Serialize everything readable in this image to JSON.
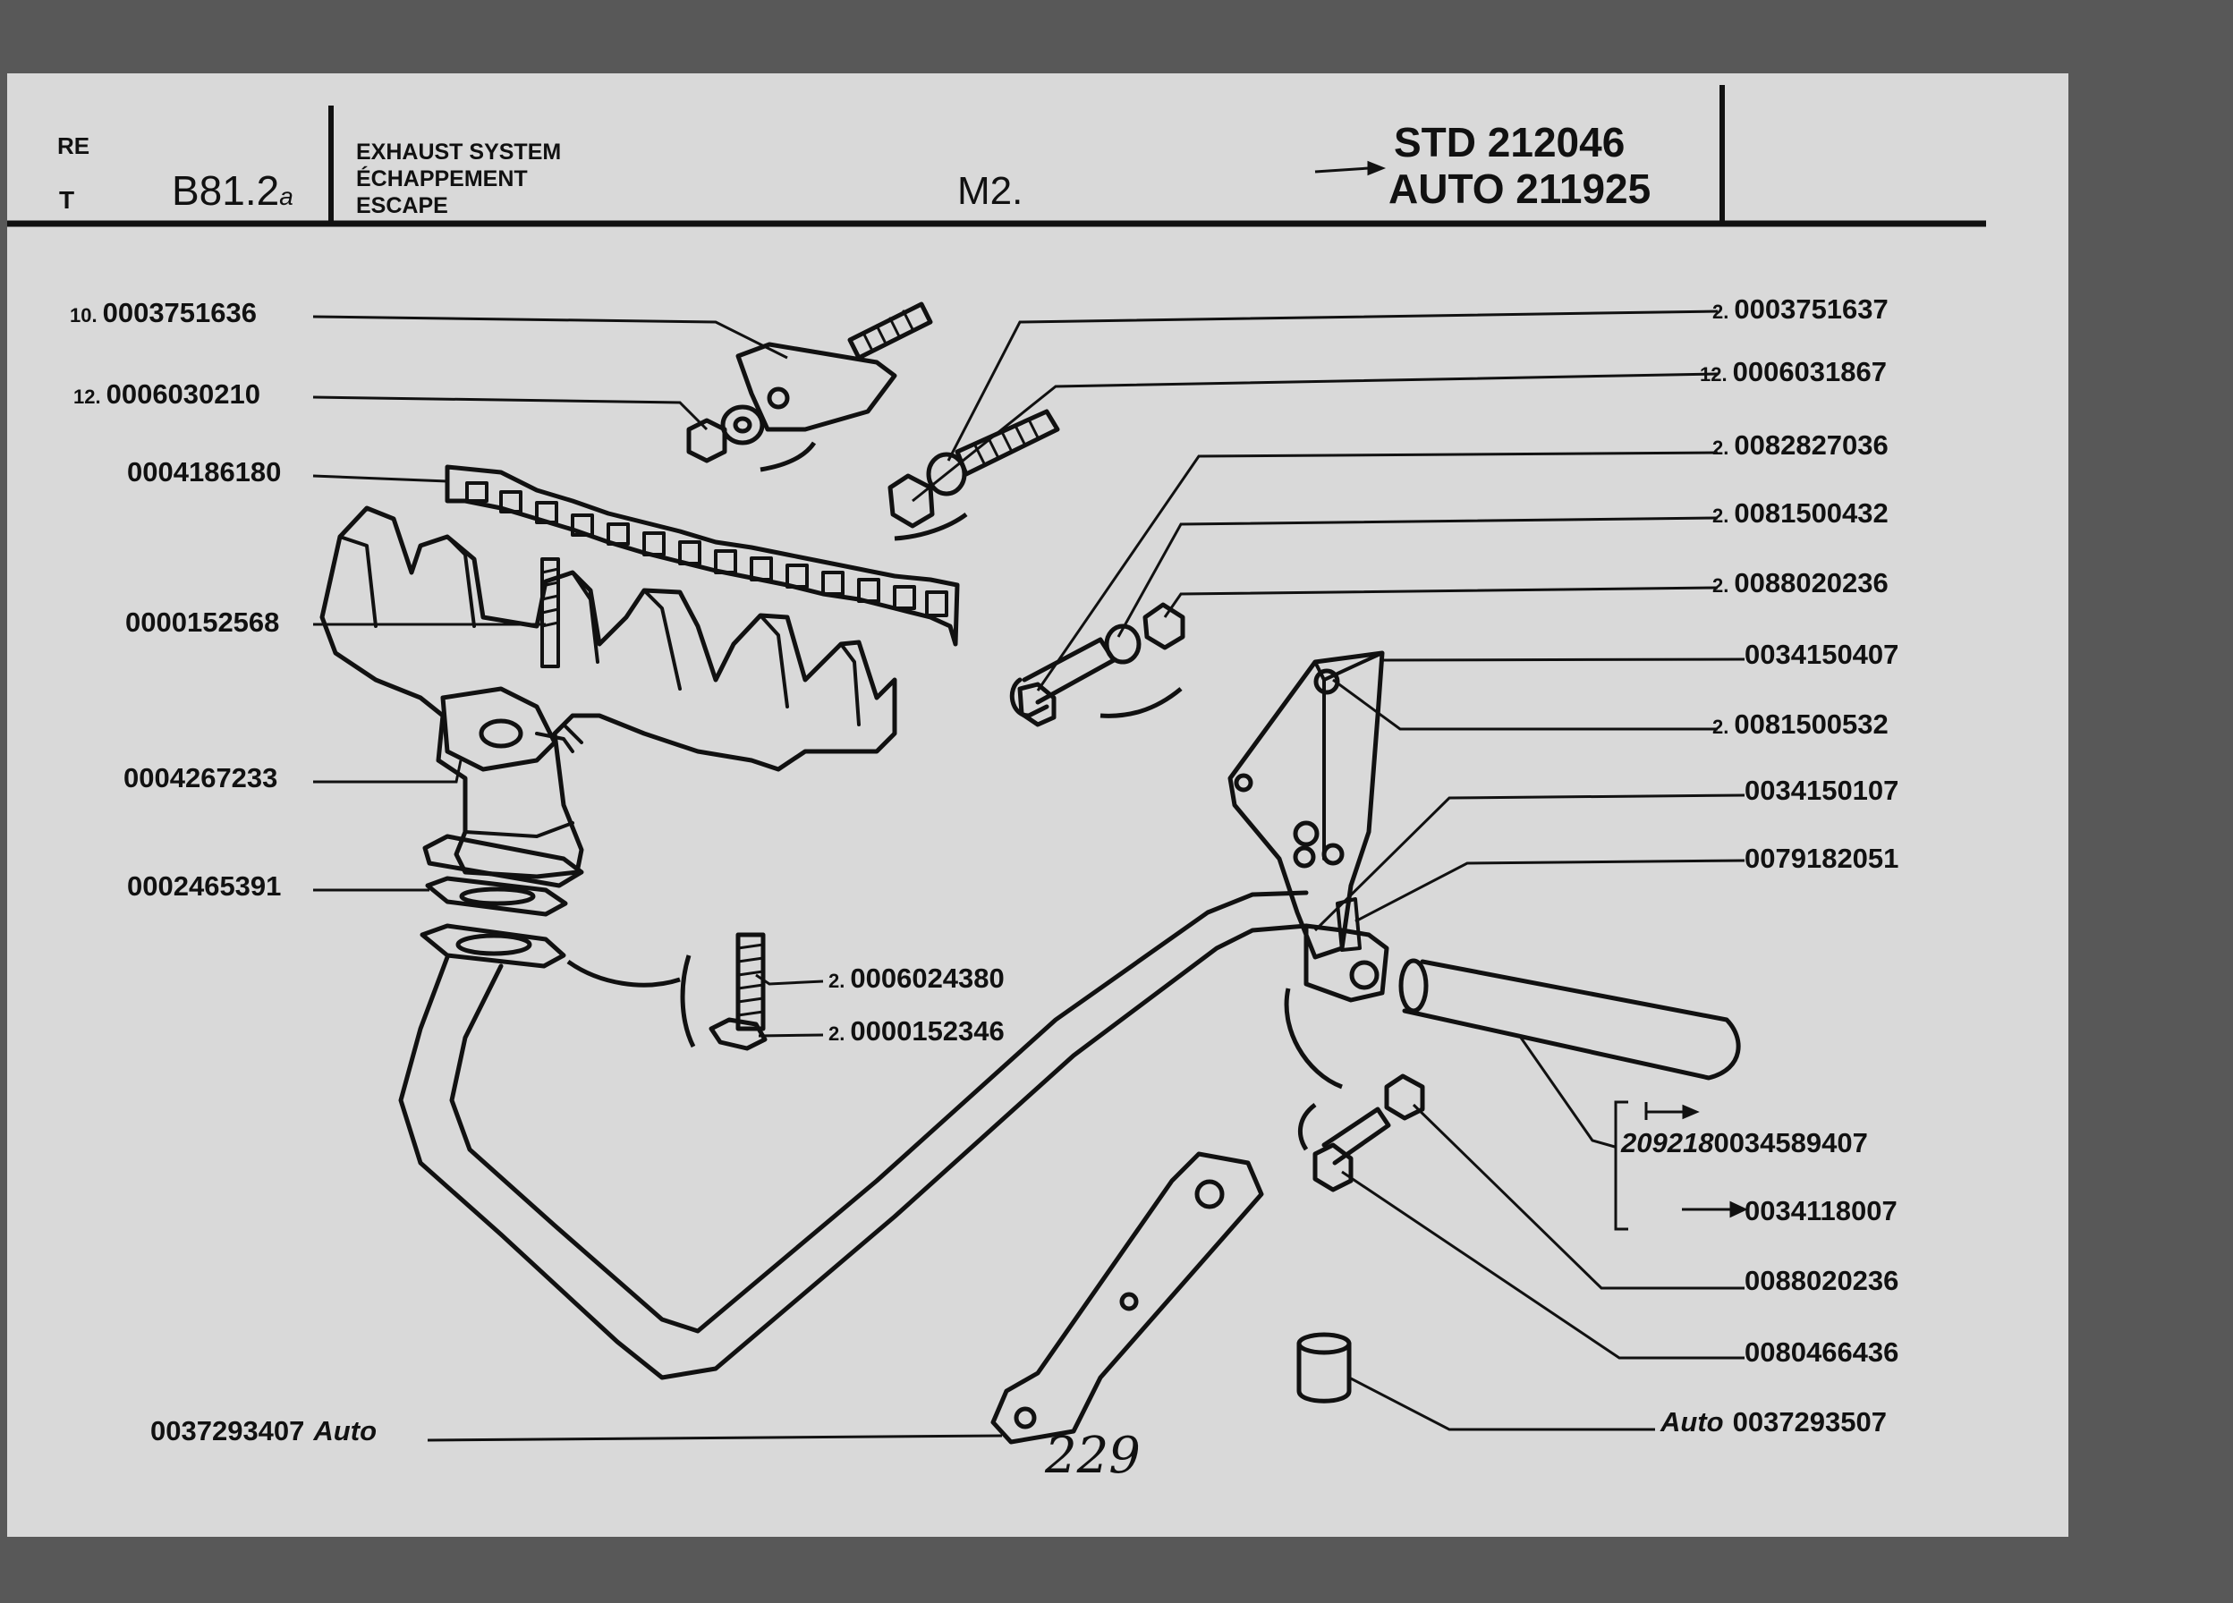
{
  "header": {
    "ref_label": "RE",
    "t_label": "T",
    "sheet_code": "B81.2",
    "sheet_suffix": "a",
    "section_titles": [
      "EXHAUST SYSTEM",
      "ÉCHAPPEMENT",
      "ESCAPE"
    ],
    "model": "M2.",
    "serials": [
      "STD 212046",
      "AUTO 211925"
    ]
  },
  "left_labels": [
    {
      "qty": "10.",
      "part": "0003751636"
    },
    {
      "qty": "12.",
      "part": "0006030210"
    },
    {
      "qty": "",
      "part": "0004186180"
    },
    {
      "qty": "",
      "part": "0000152568"
    },
    {
      "qty": "",
      "part": "0004267233"
    },
    {
      "qty": "",
      "part": "0002465391"
    }
  ],
  "center_labels": [
    {
      "qty": "2.",
      "part": "0006024380"
    },
    {
      "qty": "2.",
      "part": "0000152346"
    }
  ],
  "right_labels": [
    {
      "qty": "2.",
      "part": "0003751637"
    },
    {
      "qty": "12.",
      "part": "0006031867"
    },
    {
      "qty": "2.",
      "part": "0082827036"
    },
    {
      "qty": "2.",
      "part": "0081500432"
    },
    {
      "qty": "2.",
      "part": "0088020236"
    },
    {
      "qty": "",
      "part": "0034150407"
    },
    {
      "qty": "2.",
      "part": "0081500532"
    },
    {
      "qty": "",
      "part": "0034150107"
    },
    {
      "qty": "",
      "part": "0079182051"
    }
  ],
  "tailpipe_labels": {
    "serial_prefix": "209218",
    "part_until": "0034589407",
    "part_from": "0034118007"
  },
  "lower_right_labels": [
    {
      "part": "0088020236"
    },
    {
      "part": "0080466436"
    }
  ],
  "auto_labels": {
    "left_part": "0037293407",
    "left_suffix": "Auto",
    "right_prefix": "Auto",
    "right_part": "0037293507"
  },
  "page_number": "229"
}
